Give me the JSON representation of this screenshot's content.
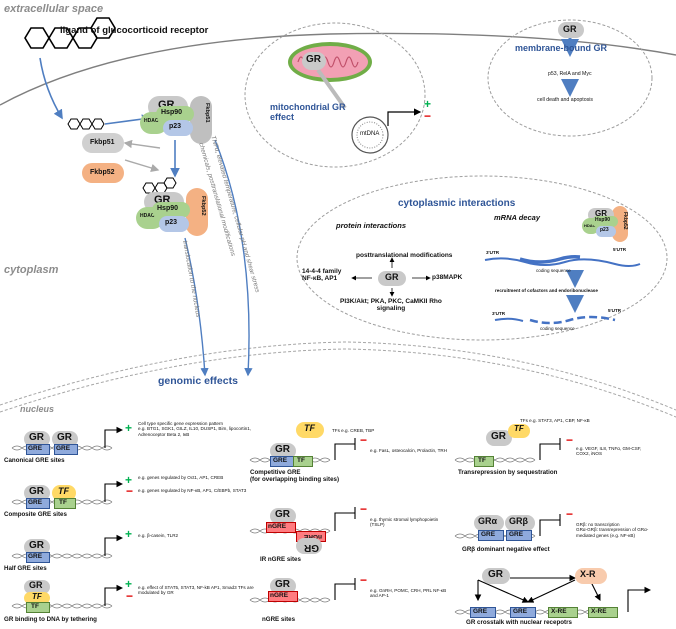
{
  "colors": {
    "blue_arrow": "#4f7ec1",
    "gr_grey": "#c9c9c9",
    "hsp90_green": "#a9d18e",
    "p23_blue": "#b4c7e7",
    "fkbp_peach": "#f4b183",
    "tf_yellow": "#ffd966",
    "gre_blue": "#8faadc",
    "ngre_red": "#ff7c80",
    "plus_green": "#00b050",
    "minus_red": "#e00000",
    "mito_pink": "#f2a0b4",
    "mito_green": "#70ad47"
  },
  "regions": {
    "extracellular": "extracellular space",
    "cytoplasm": "cytoplasm",
    "nucleus": "nucleus"
  },
  "top": {
    "ligand_label": "ligand of glucocorticoid receptor",
    "fkbp51": "Fkbp51",
    "fkbp52": "Fkbp52",
    "gr": "GR",
    "hsp90": "Hsp90",
    "hdac": "HDAC",
    "p23": "p23",
    "side_label_1": "TNFα, elevated temperature, cellular pH and shear stress",
    "side_label_2": "chemicals, posttranslational modifications",
    "side_label_3": "translocation to the nucleus"
  },
  "mito": {
    "title": "mitochondrial GR effect",
    "gr": "GR",
    "mtdna": "mtDNA",
    "plus": "+",
    "minus": "−"
  },
  "membrane": {
    "title": "membrane-bound GR",
    "gr": "GR",
    "step1": "p53, RelA and Myc",
    "step2": "cell death and apoptosis"
  },
  "cyto": {
    "title": "cytoplasmic interactions",
    "protein_title": "protein interactions",
    "ptm": "posttranslational modifications",
    "left": "14-4-4 family\nNF-κB, AP1",
    "right": "p38MAPK",
    "bottom": "PI3K/Akt; PKA, PKC, CaMKII Rho\nsignaling",
    "gr": "GR",
    "mrna_title": "mRNA decay",
    "utr3": "3'UTR",
    "utr5": "5'UTR",
    "coding": "coding sequence",
    "recruit": "recruitment of cofactors and endoribonuclease",
    "utr3b": "3'UTR",
    "utr5b": "5'UTR",
    "codingb": "coding sequence",
    "fkbp52": "Fkbp52"
  },
  "genomic": {
    "title": "genomic effects"
  },
  "mechs": [
    {
      "caption": "Canonical GRE sites",
      "sign": "+",
      "text": "Cell type specific gene expression pattern\ne.g. BTG1, SGK1, GILZ, IL10, DUSP1, Bim, lipocortin1, Adrenoceptor Beta 2, IκB"
    },
    {
      "caption": "Composite GRE sites",
      "sign": "+",
      "text": "e.g. genes regulated by Oct1, AP1, CREB",
      "sign2": "−",
      "text2": "e.g. genes regulated by NF-κB, AP1, C/EBPb, STAT3"
    },
    {
      "caption": "Half GRE sites",
      "sign": "+",
      "text": "e.g. β-casein, TLR2"
    },
    {
      "caption": "GR binding to DNA by tethering",
      "sign": "+",
      "sign2": "−",
      "text": "e.g. effect of STAT5, STAT3, NF-kB AP1, Smad3 TFs are modulated by GR"
    },
    {
      "caption": "Competitive GRE\n(for overlapping binding sites)",
      "top": "TFs e.g. CREB, TBP",
      "sign": "−",
      "text": "e.g. FasL, osteocalcin, Prolactin, TRH"
    },
    {
      "caption": "IR nGRE sites",
      "sign": "−",
      "text": "e.g. thymic stromal lymphopoietin (TSLP)"
    },
    {
      "caption": "nGRE sites",
      "sign": "−",
      "text": "e.g. GnRH, POMC, CRH, PRL NF-κB and AP-1"
    },
    {
      "caption": "Transrepression by sequestration",
      "top": "TFs e.g. STAT3, AP1, CBP, NF-κB",
      "sign": "−",
      "text": "e.g. VEGF, IL8, TNFα, GM-CSF, COX2, iNOS"
    },
    {
      "caption": "GRβ dominant negative effect",
      "sign": "−",
      "text": "GRβ: no transcription\nGRα-GRβ: transrepression of GRα-mediated genes (e.g. NF-κB)"
    },
    {
      "caption": "GR crosstalk with nuclear recepotrs"
    }
  ],
  "labels": {
    "gr": "GR",
    "tf": "TF",
    "gre": "GRE",
    "ngre": "nGRE",
    "gra": "GRα",
    "grb": "GRβ",
    "xr": "X-R",
    "xre": "X-RE"
  }
}
